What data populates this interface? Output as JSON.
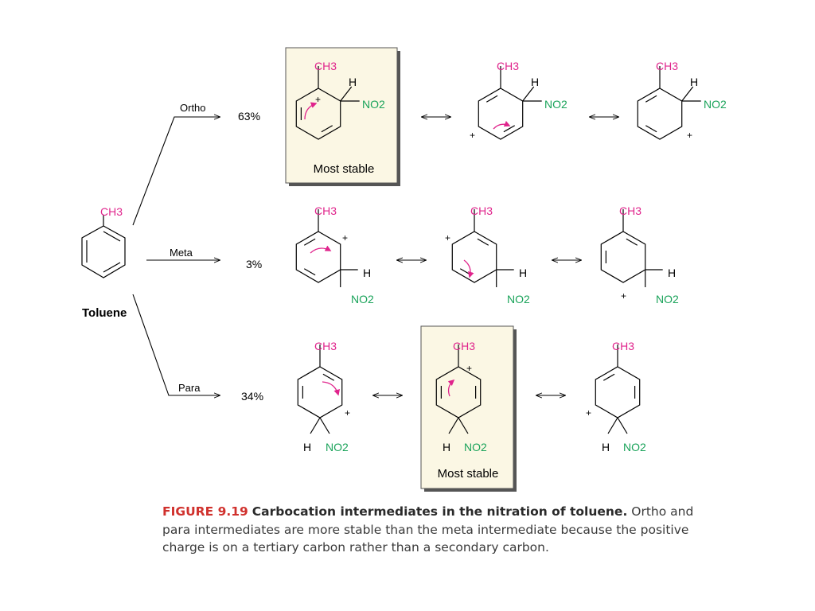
{
  "reactant": {
    "substituent": "CH3",
    "name": "Toluene"
  },
  "pathways": [
    {
      "label": "Ortho",
      "yield": "63%"
    },
    {
      "label": "Meta",
      "yield": "3%"
    },
    {
      "label": "Para",
      "yield": "34%"
    }
  ],
  "groups": {
    "methyl": "CH3",
    "nitro": "NO2",
    "hydrogen": "H",
    "charge": "+"
  },
  "highlight_label": "Most stable",
  "caption": {
    "figure_number": "FIGURE 9.19",
    "title": "Carbocation intermediates in the nitration of toluene.",
    "body": "Ortho and para intermediates are more stable than the meta intermediate because the positive charge is on a tertiary carbon rather than a secondary carbon."
  },
  "colors": {
    "methyl": "#e0248c",
    "nitro": "#1aa35a",
    "arrow": "#e0248c",
    "highlight_fill": "#fbf7e4",
    "caption_accent": "#d0312d"
  }
}
